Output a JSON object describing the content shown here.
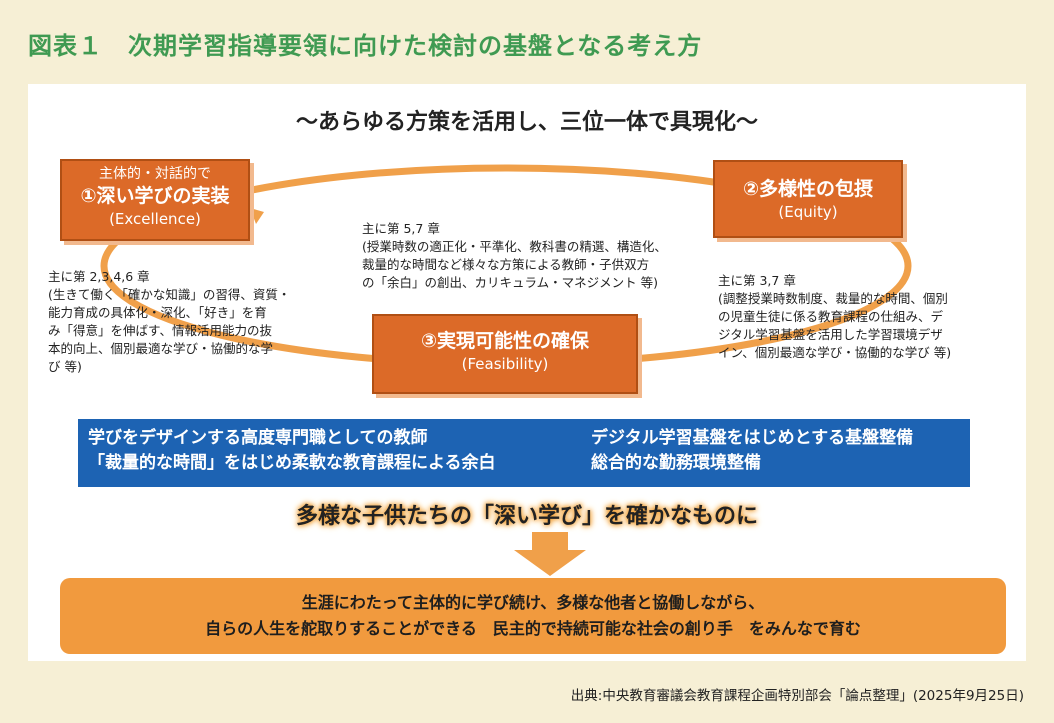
{
  "title": "図表１　次期学習指導要領に向けた検討の基盤となる考え方",
  "subtitle": "～あらゆる方策を活用し、三位一体で具現化～",
  "pillars": [
    {
      "prefix": "主体的・対話的で",
      "label": "①深い学びの実装",
      "en": "(Excellence)"
    },
    {
      "label": "②多様性の包摂",
      "en": "(Equity)"
    },
    {
      "label": "③実現可能性の確保",
      "en": "(Feasibility)"
    }
  ],
  "notes": [
    {
      "head": "主に第 2,3,4,6 章",
      "body": "(生きて働く「確かな知識」の習得、資質・\n能力育成の具体化・深化、「好き」を育\nみ「得意」を伸ばす、情報活用能力の抜\n本的向上、個別最適な学び・協働的な学\nび 等)"
    },
    {
      "head": "主に第 5,7 章",
      "body": "(授業時数の適正化・平準化、教科書の精選、構造化、\n裁量的な時間など様々な方策による教師・子供双方\nの「余白」の創出、カリキュラム・マネジメント 等)"
    },
    {
      "head": "主に第 3,7 章",
      "body": "(調整授業時数制度、裁量的な時間、個別\nの児童生徒に係る教育課程の仕組み、デ\nジタル学習基盤を活用した学習環境デザ\nイン、個別最適な学び・協働的な学び 等)"
    }
  ],
  "foundation": {
    "left": [
      "学びをデザインする高度専門職としての教師",
      "「裁量的な時間」をはじめ柔軟な教育課程による余白"
    ],
    "right": [
      "デジタル学習基盤をはじめとする基盤整備",
      "総合的な勤務環境整備"
    ]
  },
  "goal": "多様な子供たちの「深い学び」を確かなものに",
  "outcome": [
    "生涯にわたって主体的に学び続け、多様な他者と協働しながら、",
    "自らの人生を舵取りすることができる　民主的で持続可能な社会の創り手　をみんなで育む"
  ],
  "source": "出典:中央教育審議会教育課程企画特別部会「論点整理」(2025年9月25日)",
  "colors": {
    "title_green": "#3f9a52",
    "pillar_orange": "#dc6a28",
    "ring_orange": "#f0a04a",
    "foundation_blue": "#1d63b3",
    "outcome_orange": "#f19a3e",
    "background_cream": "#f6efd5"
  }
}
